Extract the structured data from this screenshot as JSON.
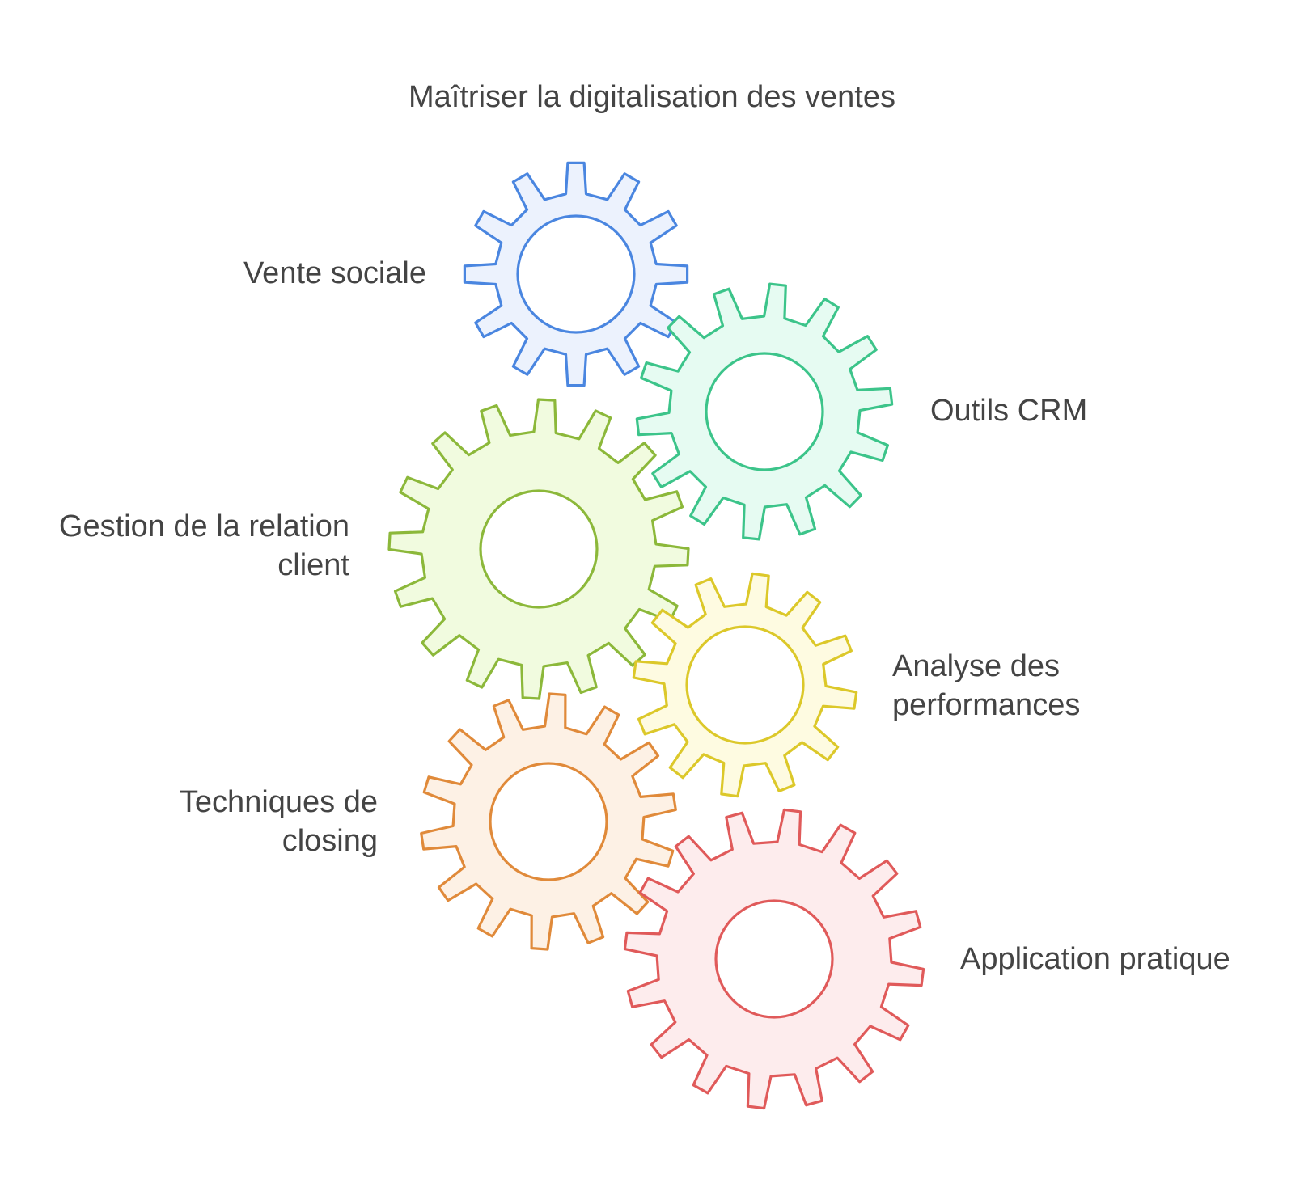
{
  "title": "Maîtriser la digitalisation des ventes",
  "gears": [
    {
      "id": "vente-sociale",
      "label_lines": [
        "Vente sociale"
      ],
      "stroke": "#4a86e0",
      "fill": "#ecf2fd",
      "icon": "gear-icon"
    },
    {
      "id": "outils-crm",
      "label_lines": [
        "Outils CRM"
      ],
      "stroke": "#3cc48a",
      "fill": "#e6fbf2",
      "icon": "gear-icon"
    },
    {
      "id": "gestion-relation-client",
      "label_lines": [
        "Gestion de la relation",
        "client"
      ],
      "stroke": "#8cb83a",
      "fill": "#f1fbdf",
      "icon": "gear-icon"
    },
    {
      "id": "analyse-performances",
      "label_lines": [
        "Analyse des",
        "performances"
      ],
      "stroke": "#dcc82a",
      "fill": "#fefbe1",
      "icon": "gear-icon"
    },
    {
      "id": "techniques-closing",
      "label_lines": [
        "Techniques de",
        "closing"
      ],
      "stroke": "#e08a3a",
      "fill": "#fdf1e5",
      "icon": "gear-icon"
    },
    {
      "id": "application-pratique",
      "label_lines": [
        "Application pratique"
      ],
      "stroke": "#e05a5a",
      "fill": "#fdeced",
      "icon": "gear-icon"
    }
  ]
}
